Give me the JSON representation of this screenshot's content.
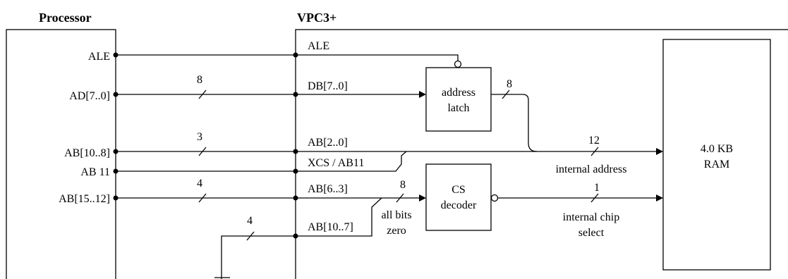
{
  "processor": {
    "title": "Processor",
    "pins": {
      "ale": "ALE",
      "ad": "AD[7..0]",
      "ab_10_8": "AB[10..8]",
      "ab_11": "AB 11",
      "ab_15_12": "AB[15..12]"
    }
  },
  "vpc3": {
    "title": "VPC3+",
    "pins": {
      "ale": "ALE",
      "db": "DB[7..0]",
      "ab_2_0": "AB[2..0]",
      "xcs": "XCS / AB11",
      "ab_6_3": "AB[6..3]",
      "ab_10_7": "AB[10..7]"
    }
  },
  "bus_widths": {
    "ad": "8",
    "ab_10_8": "3",
    "ab_15_12": "4",
    "gnd": "4",
    "latch_out": "8",
    "internal_address": "12",
    "decoder_in": "8",
    "chip_select": "1"
  },
  "blocks": {
    "latch_line1": "address",
    "latch_line2": "latch",
    "decoder_line1": "CS",
    "decoder_line2": "decoder",
    "ram_line1": "4.0 KB",
    "ram_line2": "RAM"
  },
  "labels": {
    "internal_address": "internal address",
    "all_bits_line1": "all bits",
    "all_bits_line2": "zero",
    "chip_select_line1": "internal chip",
    "chip_select_line2": "select"
  }
}
